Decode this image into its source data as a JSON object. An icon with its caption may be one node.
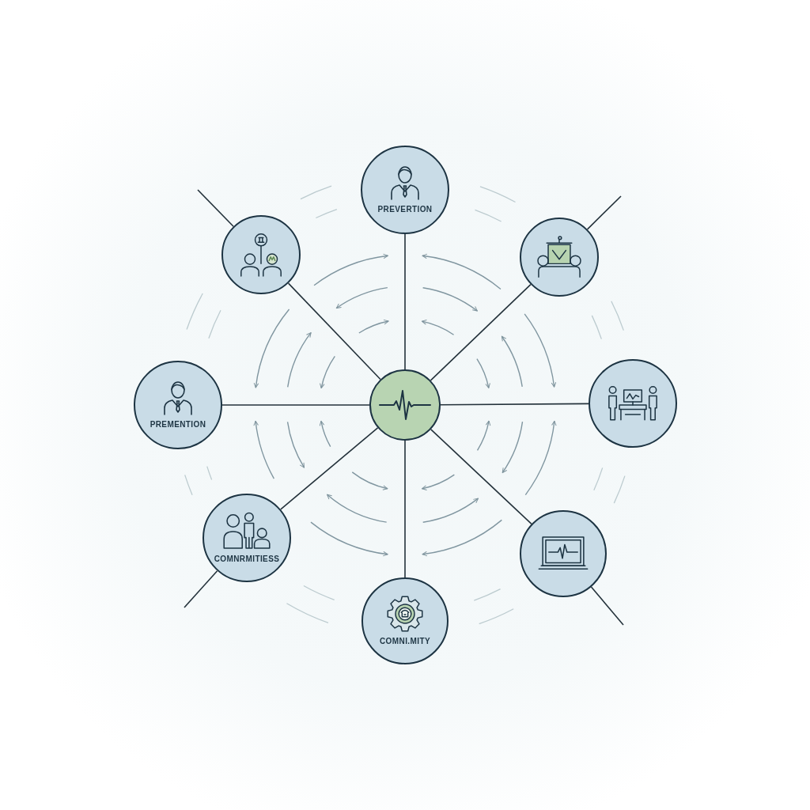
{
  "diagram": {
    "nodes": [
      {
        "text": [
          "PREVERTION"
        ]
      },
      {
        "text": [],
        "shape": "circle"
      },
      {
        "text": [],
        "shape": "circle"
      },
      {
        "text": [
          "PREMENTION"
        ]
      },
      {
        "text": [],
        "shape": "circle"
      },
      {
        "text": [],
        "shape": "circle"
      },
      {
        "text": [
          "COMNRMITIESS"
        ]
      },
      {
        "text": [],
        "shape": "circle"
      },
      {
        "text": [
          "COMNI.MITY"
        ]
      }
    ],
    "edges": [
      {
        "from": 4,
        "to": 0,
        "arrow": "none"
      },
      {
        "from": 4,
        "to": 1,
        "arrow": "none"
      },
      {
        "from": 4,
        "to": 2,
        "arrow": "none"
      },
      {
        "from": 4,
        "to": 3,
        "arrow": "none"
      },
      {
        "from": 4,
        "to": 5,
        "arrow": "none"
      },
      {
        "from": 4,
        "to": 6,
        "arrow": "none"
      },
      {
        "from": 4,
        "to": 7,
        "arrow": "none"
      },
      {
        "from": 4,
        "to": 8,
        "arrow": "none"
      },
      {
        "from": 1,
        "to": null,
        "arrow": "none"
      },
      {
        "from": 2,
        "to": null,
        "arrow": "none"
      },
      {
        "from": 6,
        "to": null,
        "arrow": "none"
      },
      {
        "from": 7,
        "to": null,
        "arrow": "none"
      }
    ]
  }
}
